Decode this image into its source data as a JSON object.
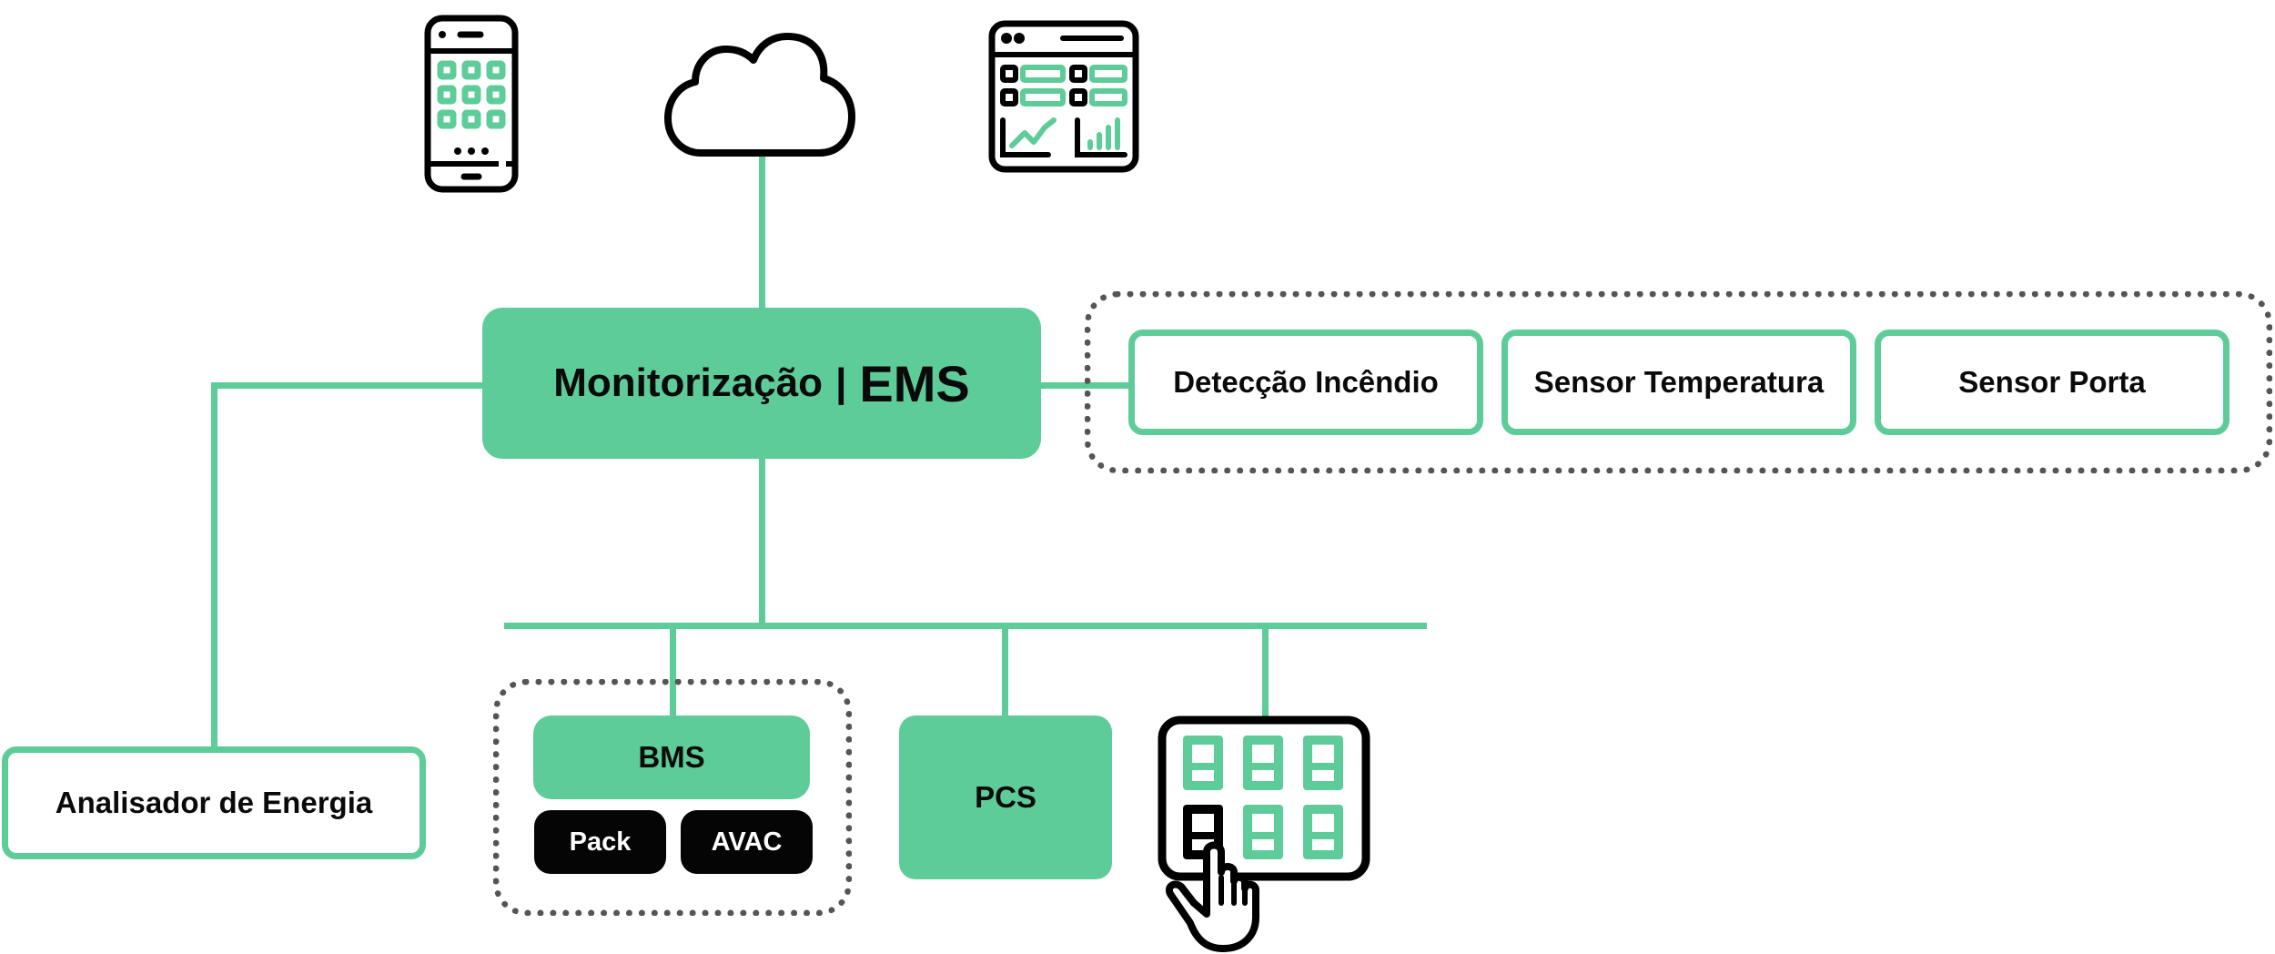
{
  "diagram": {
    "colors": {
      "accent": "#5ecc99",
      "text": "#0a0a0a",
      "dark_box": "#050505",
      "dotted_border": "#555555",
      "icon_stroke": "#000000"
    },
    "top_icons": [
      {
        "name": "smartphone-icon",
        "meaning": "mobile app"
      },
      {
        "name": "cloud-icon",
        "meaning": "cloud"
      },
      {
        "name": "dashboard-icon",
        "meaning": "web dashboard"
      }
    ],
    "central": {
      "label": "Monitorização",
      "separator": "|",
      "acronym": "EMS"
    },
    "sensors": {
      "items": [
        {
          "label": "Detecção Incêndio"
        },
        {
          "label": "Sensor Temperatura"
        },
        {
          "label": "Sensor Porta"
        }
      ]
    },
    "energy_analyzer": {
      "label": "Analisador de Energia"
    },
    "bms_group": {
      "bms": {
        "label": "BMS"
      },
      "pack": {
        "label": "Pack"
      },
      "avac": {
        "label": "AVAC"
      }
    },
    "pcs": {
      "label": "PCS"
    },
    "touch_panel": {
      "name": "touch-panel-icon",
      "meaning": "HMI touch panel"
    }
  }
}
